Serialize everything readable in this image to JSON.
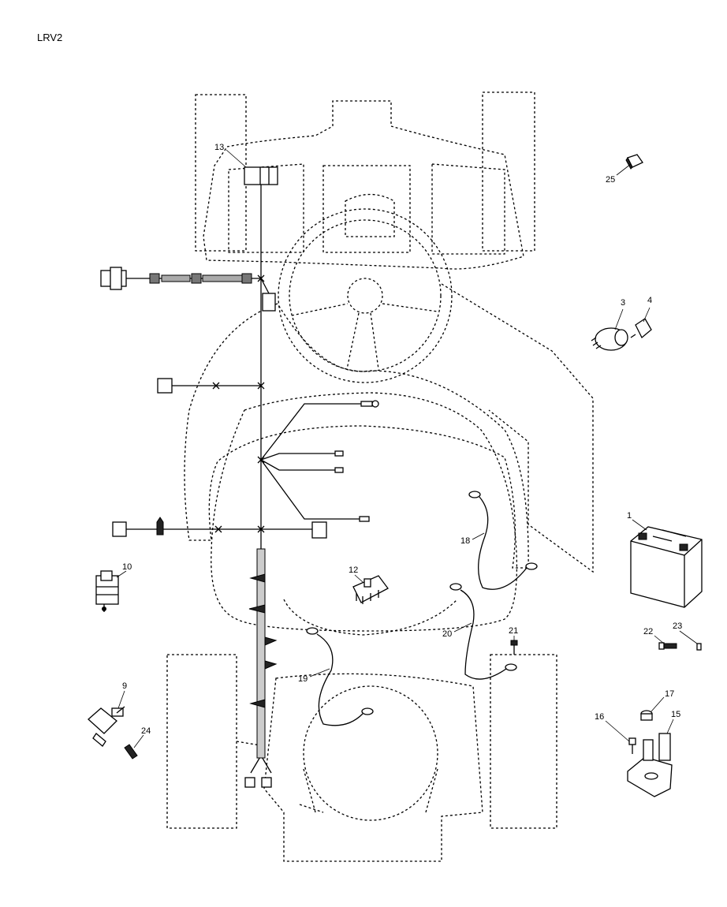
{
  "diagram": {
    "model_code": "LRV2",
    "callouts": {
      "c1": "1",
      "c3": "3",
      "c4": "4",
      "c9": "9",
      "c10": "10",
      "c12": "12",
      "c13": "13",
      "c15": "15",
      "c16": "16",
      "c17": "17",
      "c18": "18",
      "c19": "19",
      "c20": "20",
      "c21": "21",
      "c22": "22",
      "c23": "23",
      "c24": "24",
      "c25": "25"
    }
  }
}
